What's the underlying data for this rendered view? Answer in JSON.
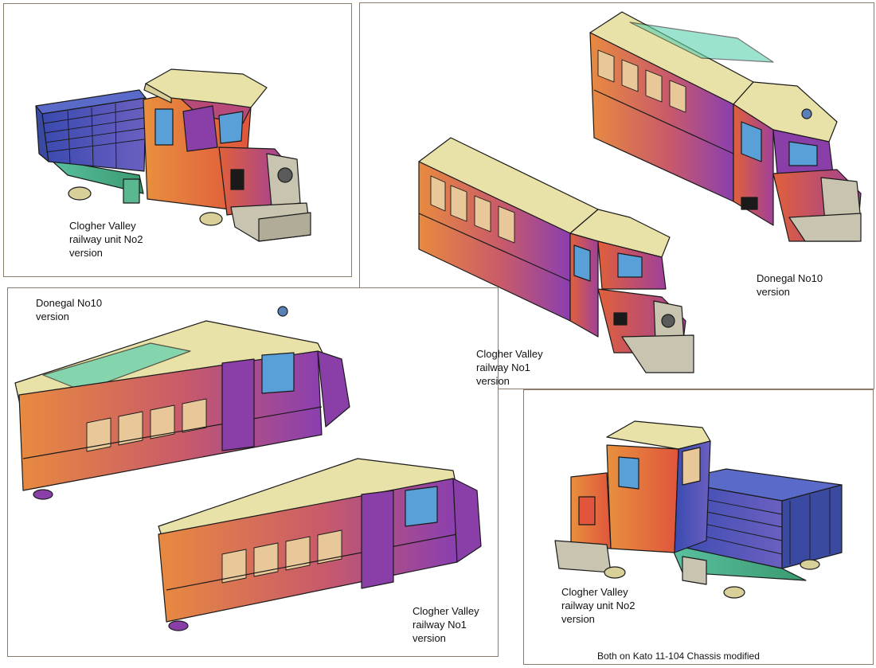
{
  "panels": {
    "top_left": {
      "caption": "Clogher Valley\nrailway unit No2\nversion"
    },
    "top_right": {
      "caption_donegal": "Donegal No10\nversion",
      "caption_clogher": "Clogher Valley\nrailway No1\nversion"
    },
    "bottom_left": {
      "caption_donegal": "Donegal No10\nversion",
      "caption_clogher": "Clogher Valley\nrailway No1\nversion"
    },
    "bottom_right": {
      "caption": "Clogher Valley\nrailway unit No2\nversion",
      "footnote": "Both on Kato 11-104 Chassis modified"
    }
  },
  "colors": {
    "roof": "#e8e2a8",
    "body_orange": "#e0894a",
    "body_purple": "#8a3fa8",
    "cab_red": "#e05a3a",
    "bed_blue": "#4a5ab8",
    "chassis_green": "#5ab890",
    "grille_grey": "#c8c4b0",
    "outline": "#1a1a1a"
  }
}
